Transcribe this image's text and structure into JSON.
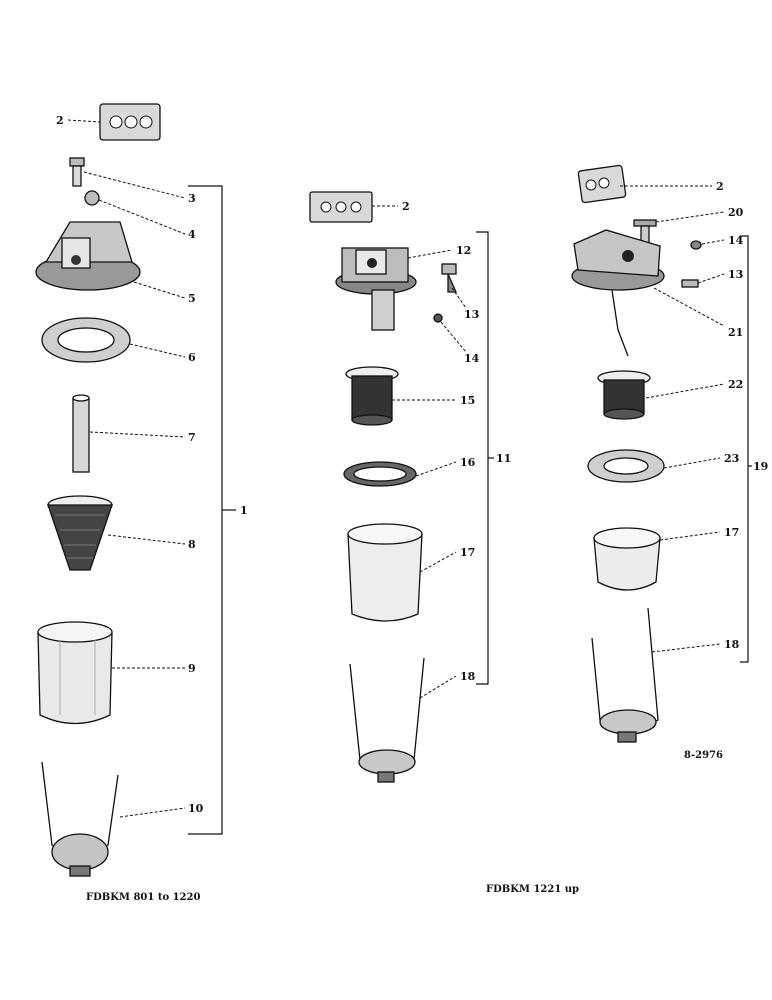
{
  "groups": [
    {
      "caption": "FDBKM 801 to 1220",
      "assembly_number": "1",
      "callouts": [
        "2",
        "3",
        "4",
        "5",
        "6",
        "7",
        "8",
        "9",
        "10"
      ]
    },
    {
      "caption": "FDBKM 1221 up",
      "assembly_number": "11",
      "callouts": [
        "2",
        "12",
        "13",
        "14",
        "15",
        "16",
        "17",
        "18"
      ]
    },
    {
      "caption": "",
      "assembly_number": "19",
      "callouts": [
        "2",
        "20",
        "14",
        "13",
        "21",
        "22",
        "23",
        "17",
        "18"
      ]
    }
  ],
  "drawing_number": "8-2976"
}
